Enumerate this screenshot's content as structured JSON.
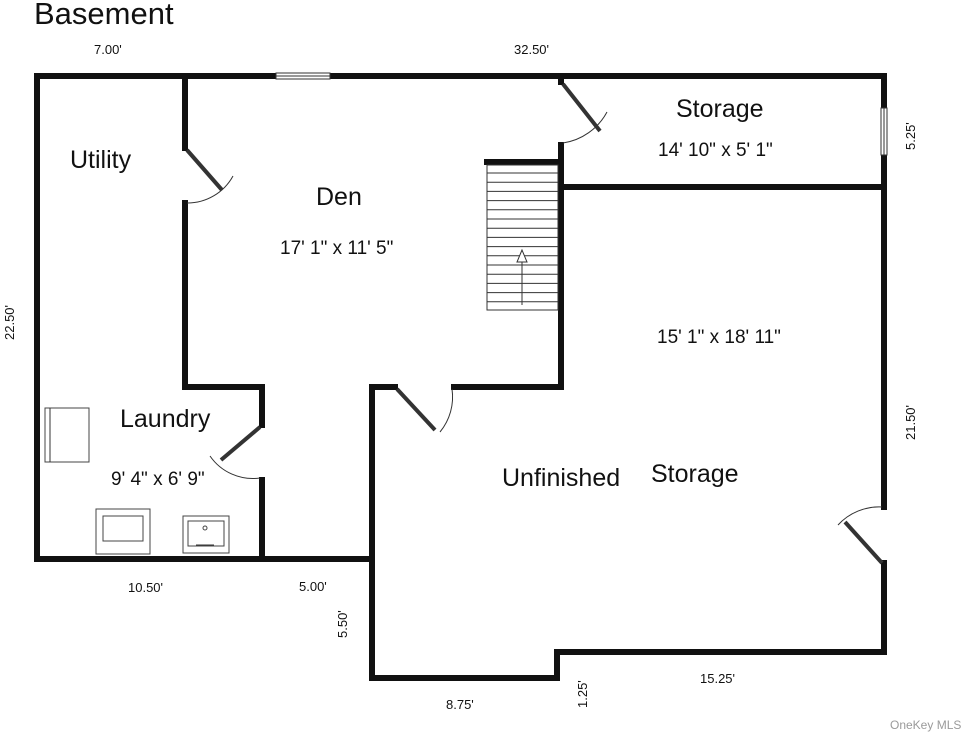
{
  "title": "Basement",
  "rooms": {
    "utility": {
      "name": "Utility"
    },
    "den": {
      "name": "Den",
      "size": "17' 1\" x 11' 5\""
    },
    "storage_top": {
      "name": "Storage",
      "size": "14' 10\" x 5' 1\""
    },
    "laundry": {
      "name": "Laundry",
      "size": "9' 4\" x 6' 9\""
    },
    "unfinished": {
      "size": "15' 1\" x 18' 11\"",
      "name_left": "Unfinished",
      "name_right": "Storage"
    }
  },
  "dimensions": {
    "top_left": "7.00'",
    "top_right": "32.50'",
    "left_side": "22.50'",
    "right_top": "5.25'",
    "right_middle": "21.50'",
    "bottom_laundry": "10.50'",
    "bottom_step": "5.00'",
    "step_vertical": "5.50'",
    "bottom_left_unfinished": "8.75'",
    "bottom_notch": "1.25'",
    "bottom_right": "15.25'"
  },
  "watermark": "OneKey MLS",
  "icons": [
    "stair-up-arrow-icon",
    "washer-icon",
    "sink-icon",
    "dryer-icon"
  ]
}
